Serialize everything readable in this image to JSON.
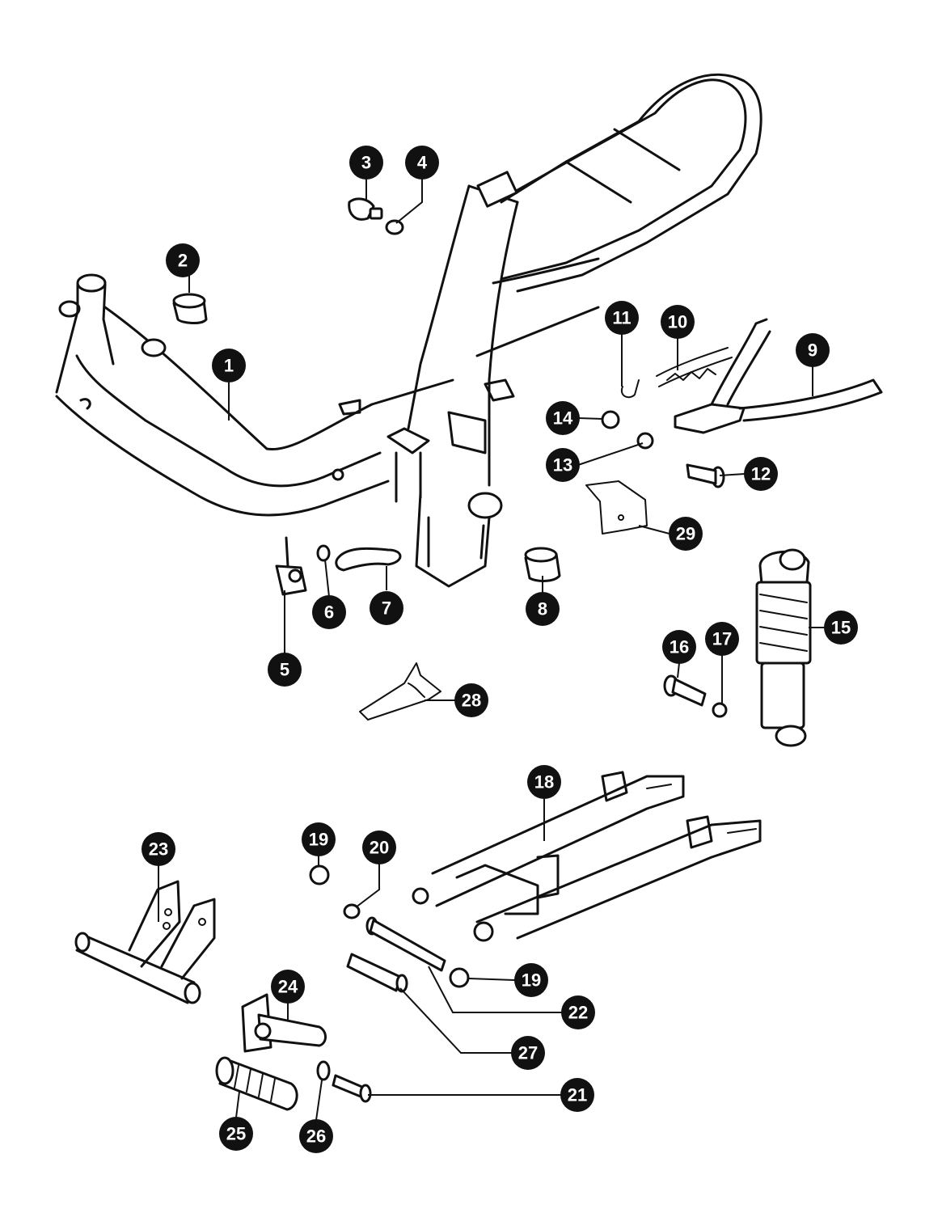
{
  "callouts": [
    {
      "label": "1"
    },
    {
      "label": "2"
    },
    {
      "label": "3"
    },
    {
      "label": "4"
    },
    {
      "label": "5"
    },
    {
      "label": "6"
    },
    {
      "label": "7"
    },
    {
      "label": "8"
    },
    {
      "label": "9"
    },
    {
      "label": "10"
    },
    {
      "label": "11"
    },
    {
      "label": "12"
    },
    {
      "label": "13"
    },
    {
      "label": "14"
    },
    {
      "label": "15"
    },
    {
      "label": "16"
    },
    {
      "label": "17"
    },
    {
      "label": "18"
    },
    {
      "label": "19"
    },
    {
      "label": "20"
    },
    {
      "label": "19"
    },
    {
      "label": "22"
    },
    {
      "label": "23"
    },
    {
      "label": "24"
    },
    {
      "label": "25"
    },
    {
      "label": "26"
    },
    {
      "label": "27"
    },
    {
      "label": "21"
    },
    {
      "label": "28"
    },
    {
      "label": "29"
    }
  ]
}
